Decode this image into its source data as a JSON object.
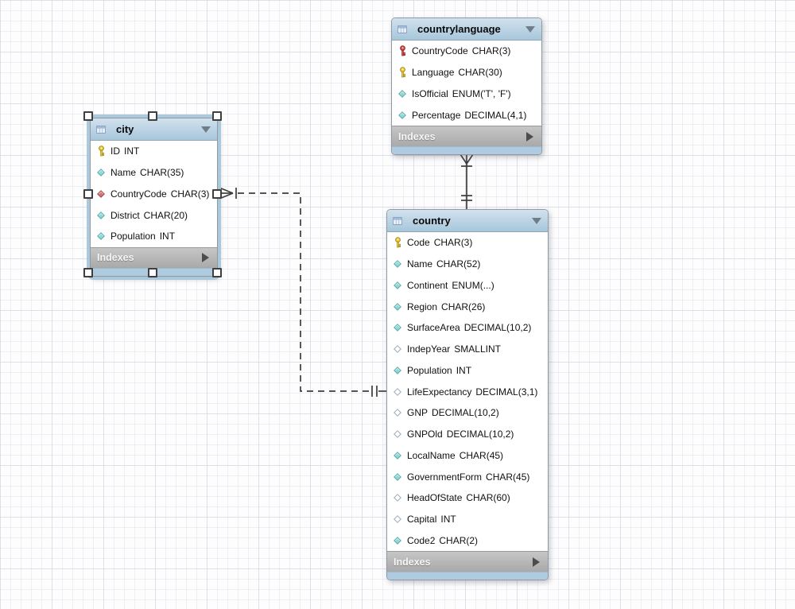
{
  "canvas": {
    "grid": "on",
    "background_color": "#fdfdfe"
  },
  "colors": {
    "table_header_blue": "#a7c7db",
    "table_footer_gray": "#b0b0b0",
    "table_bottom_strip_blue": "#aecbe0",
    "primary_key_icon_yellow": "#f0cb2e",
    "pk_fk_key_icon_red": "#d94848",
    "fk_diamond_red": "#d47575",
    "not_null_diamond_teal": "#8fd8d8",
    "nullable_diamond_white": "#ffffff",
    "relationship_line": "#3d3d3d"
  },
  "tables": [
    {
      "name": "countrylanguage",
      "selected": false,
      "header_icon": "table-icon",
      "collapse_icon": "triangle-down-icon",
      "columns": [
        {
          "name": "CountryCode",
          "type": "CHAR(3)",
          "icon": "key-red-icon"
        },
        {
          "name": "Language",
          "type": "CHAR(30)",
          "icon": "key-yellow-icon"
        },
        {
          "name": "IsOfficial",
          "type": "ENUM('T', 'F')",
          "icon": "diamond-teal-icon"
        },
        {
          "name": "Percentage",
          "type": "DECIMAL(4,1)",
          "icon": "diamond-teal-icon"
        }
      ],
      "footer": {
        "label": "Indexes",
        "icon": "triangle-right-icon"
      }
    },
    {
      "name": "city",
      "selected": true,
      "header_icon": "table-icon",
      "collapse_icon": "triangle-down-icon",
      "columns": [
        {
          "name": "ID",
          "type": "INT",
          "icon": "key-yellow-icon"
        },
        {
          "name": "Name",
          "type": "CHAR(35)",
          "icon": "diamond-teal-icon"
        },
        {
          "name": "CountryCode",
          "type": "CHAR(3)",
          "icon": "diamond-red-icon"
        },
        {
          "name": "District",
          "type": "CHAR(20)",
          "icon": "diamond-teal-icon"
        },
        {
          "name": "Population",
          "type": "INT",
          "icon": "diamond-teal-icon"
        }
      ],
      "footer": {
        "label": "Indexes",
        "icon": "triangle-right-icon"
      }
    },
    {
      "name": "country",
      "selected": false,
      "header_icon": "table-icon",
      "collapse_icon": "triangle-down-icon",
      "columns": [
        {
          "name": "Code",
          "type": "CHAR(3)",
          "icon": "key-yellow-icon"
        },
        {
          "name": "Name",
          "type": "CHAR(52)",
          "icon": "diamond-teal-icon"
        },
        {
          "name": "Continent",
          "type": "ENUM(...)",
          "icon": "diamond-teal-icon"
        },
        {
          "name": "Region",
          "type": "CHAR(26)",
          "icon": "diamond-teal-icon"
        },
        {
          "name": "SurfaceArea",
          "type": "DECIMAL(10,2)",
          "icon": "diamond-teal-icon"
        },
        {
          "name": "IndepYear",
          "type": "SMALLINT",
          "icon": "diamond-hollow-icon"
        },
        {
          "name": "Population",
          "type": "INT",
          "icon": "diamond-teal-icon"
        },
        {
          "name": "LifeExpectancy",
          "type": "DECIMAL(3,1)",
          "icon": "diamond-hollow-icon"
        },
        {
          "name": "GNP",
          "type": "DECIMAL(10,2)",
          "icon": "diamond-hollow-icon"
        },
        {
          "name": "GNPOld",
          "type": "DECIMAL(10,2)",
          "icon": "diamond-hollow-icon"
        },
        {
          "name": "LocalName",
          "type": "CHAR(45)",
          "icon": "diamond-teal-icon"
        },
        {
          "name": "GovernmentForm",
          "type": "CHAR(45)",
          "icon": "diamond-teal-icon"
        },
        {
          "name": "HeadOfState",
          "type": "CHAR(60)",
          "icon": "diamond-hollow-icon"
        },
        {
          "name": "Capital",
          "type": "INT",
          "icon": "diamond-hollow-icon"
        },
        {
          "name": "Code2",
          "type": "CHAR(2)",
          "icon": "diamond-teal-icon"
        }
      ],
      "footer": {
        "label": "Indexes",
        "icon": "triangle-right-icon"
      }
    }
  ],
  "relationships": [
    {
      "name": "countrylanguage-to-country",
      "from_table": "countrylanguage",
      "to_table": "country",
      "line_style": "solid",
      "from_cardinality": "many-mandatory (crows-foot with bar)",
      "to_cardinality": "one-and-only-one (double bar)"
    },
    {
      "name": "city-to-country",
      "from_table": "city",
      "from_column": "CountryCode",
      "to_table": "country",
      "line_style": "dashed",
      "from_cardinality": "many-mandatory (crows-foot with bar)",
      "to_cardinality": "one-and-only-one (double bar)"
    }
  ]
}
